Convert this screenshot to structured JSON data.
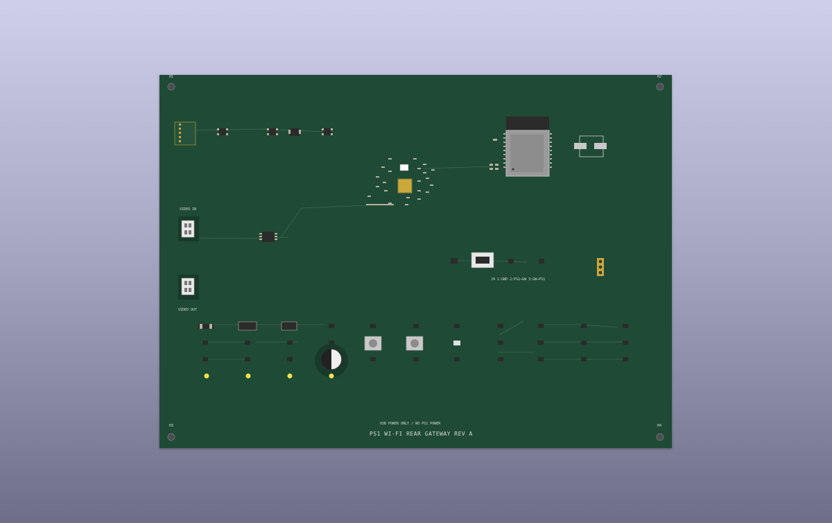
{
  "board": {
    "color": "#1f4a35",
    "silkscreen_color": "#d9dcd6",
    "copper_color": "#b9b0a0",
    "gold_color": "#c9a93a",
    "led_color": "#f2e44e",
    "mounting_holes": [
      "H1",
      "H2",
      "H3",
      "H4"
    ],
    "labels": {
      "video_in": "VIDEO IN",
      "video_out": "VIDEO OUT",
      "j4_note": "J4 1:GND 2:PS1→GW 3:GW→PS1",
      "power_note": "USB POWER ONLY / NO PS1 POWER",
      "board_title": "PS1 WI-FI REAR GATEWAY REV A"
    }
  }
}
